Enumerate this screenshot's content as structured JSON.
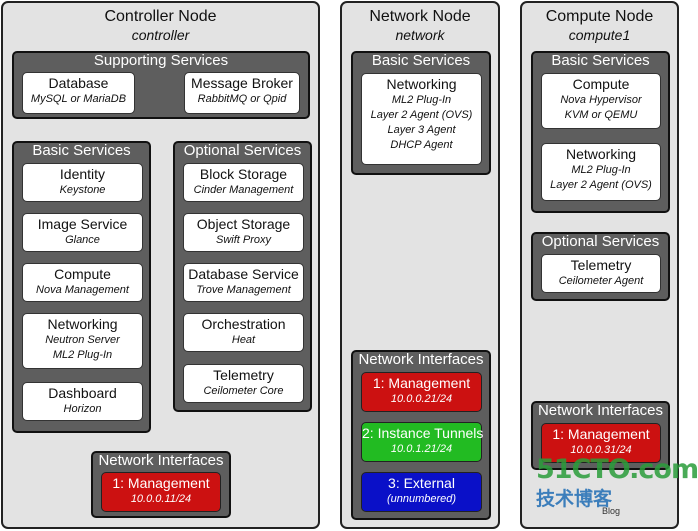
{
  "controller": {
    "title": "Controller Node",
    "hostname": "controller",
    "supporting": {
      "title": "Supporting Services",
      "items": [
        {
          "label": "Database",
          "detail": "MySQL or MariaDB"
        },
        {
          "label": "Message Broker",
          "detail": "RabbitMQ or Qpid"
        }
      ]
    },
    "basic": {
      "title": "Basic Services",
      "items": [
        {
          "label": "Identity",
          "detail": "Keystone"
        },
        {
          "label": "Image Service",
          "detail": "Glance"
        },
        {
          "label": "Compute",
          "detail": "Nova Management"
        },
        {
          "label": "Networking",
          "detail": "Neutron Server",
          "detail2": "ML2 Plug-In"
        },
        {
          "label": "Dashboard",
          "detail": "Horizon"
        }
      ]
    },
    "optional": {
      "title": "Optional Services",
      "items": [
        {
          "label": "Block Storage",
          "detail": "Cinder Management"
        },
        {
          "label": "Object Storage",
          "detail": "Swift Proxy"
        },
        {
          "label": "Database Service",
          "detail": "Trove Management"
        },
        {
          "label": "Orchestration",
          "detail": "Heat"
        },
        {
          "label": "Telemetry",
          "detail": "Ceilometer Core"
        }
      ]
    },
    "interfaces": {
      "title": "Network Interfaces",
      "items": [
        {
          "label": "1: Management",
          "detail": "10.0.0.11/24",
          "color": "#cc1111"
        }
      ]
    }
  },
  "network": {
    "title": "Network Node",
    "hostname": "network",
    "basic": {
      "title": "Basic Services",
      "items": [
        {
          "label": "Networking",
          "detail": "ML2 Plug-In",
          "detail2": "Layer 2 Agent (OVS)",
          "detail3": "Layer 3 Agent",
          "detail4": "DHCP Agent"
        }
      ]
    },
    "interfaces": {
      "title": "Network Interfaces",
      "items": [
        {
          "label": "1: Management",
          "detail": "10.0.0.21/24",
          "color": "#cc1111"
        },
        {
          "label": "2: Instance Tunnels",
          "detail": "10.0.1.21/24",
          "color": "#22bb22"
        },
        {
          "label": "3: External",
          "detail": "(unnumbered)",
          "color": "#0a10c8"
        }
      ]
    }
  },
  "compute": {
    "title": "Compute Node",
    "hostname": "compute1",
    "basic": {
      "title": "Basic Services",
      "items": [
        {
          "label": "Compute",
          "detail": "Nova Hypervisor",
          "detail2": "KVM or QEMU"
        },
        {
          "label": "Networking",
          "detail": "ML2 Plug-In",
          "detail2": "Layer 2 Agent (OVS)"
        }
      ]
    },
    "optional": {
      "title": "Optional Services",
      "items": [
        {
          "label": "Telemetry",
          "detail": "Ceilometer Agent"
        }
      ]
    },
    "interfaces": {
      "title": "Network Interfaces",
      "items": [
        {
          "label": "1: Management",
          "detail": "10.0.0.31/24",
          "color": "#cc1111"
        }
      ]
    }
  },
  "watermark": {
    "line1": "51CTO.com",
    "line2": "技术博客",
    "line3": "Blog"
  }
}
